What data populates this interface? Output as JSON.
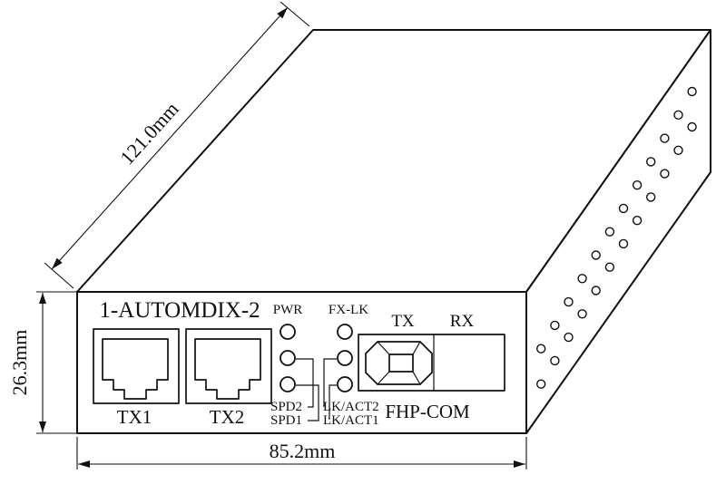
{
  "diagram": {
    "dimensions": {
      "depth": "121.0mm",
      "height": "26.3mm",
      "width": "85.2mm"
    },
    "panel": {
      "title": "1-AUTOMDIX-2",
      "port1_label": "TX1",
      "port2_label": "TX2",
      "led_pwr": "PWR",
      "led_fxlk": "FX-LK",
      "led_spd2": "SPD2",
      "led_spd1": "SPD1",
      "led_lkact2": "LK/ACT2",
      "led_lkact1": "LK/ACT1",
      "fiber_tx": "TX",
      "fiber_rx": "RX",
      "model": "FHP-COM"
    },
    "vents": {
      "rows": 2,
      "holes_per_row": 12
    },
    "colors": {
      "line": "#111111",
      "background": "#ffffff"
    }
  }
}
